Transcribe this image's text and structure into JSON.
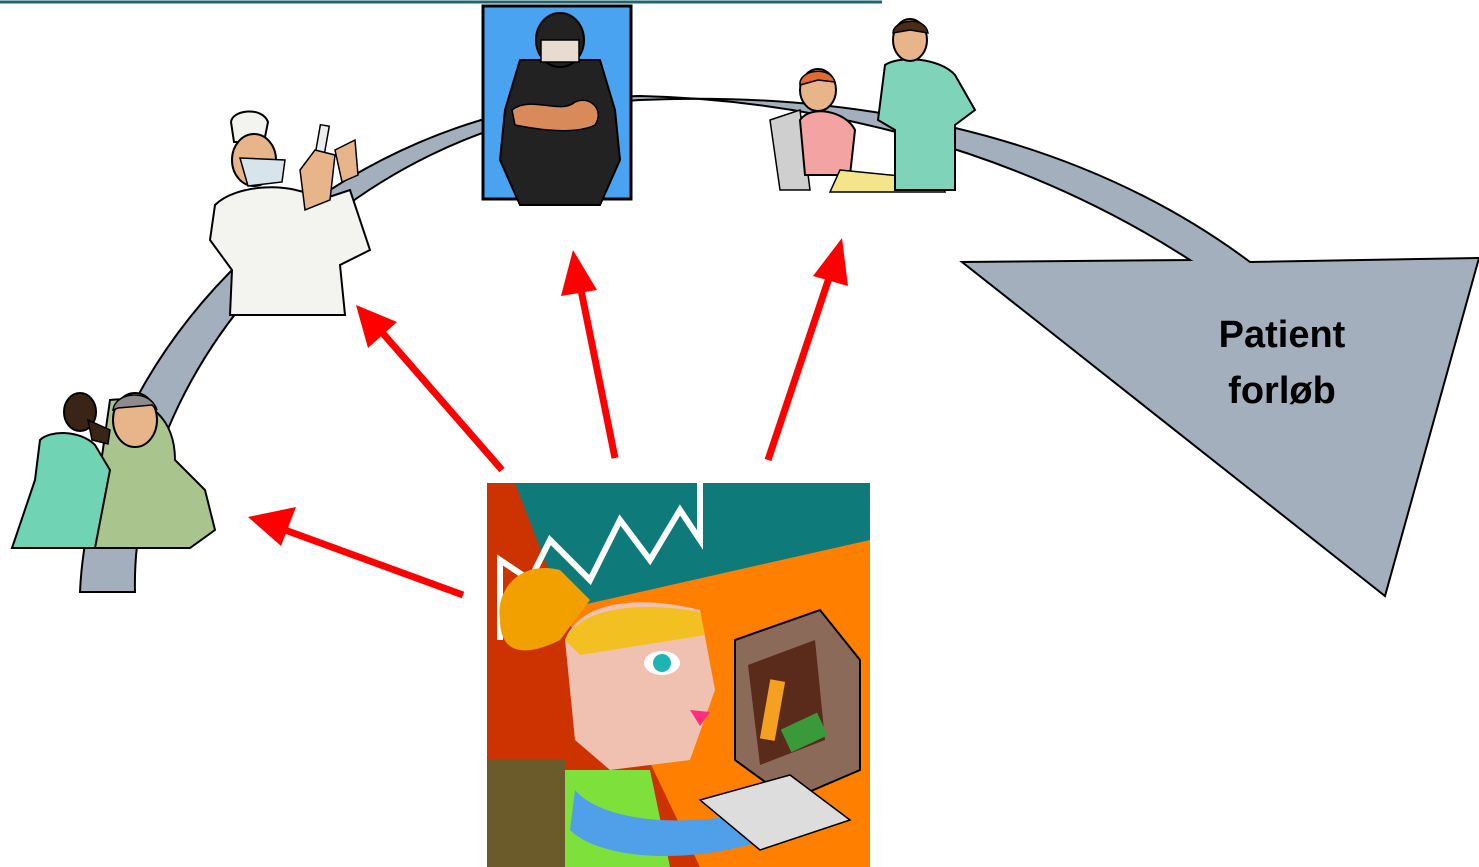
{
  "diagram": {
    "flow_label": {
      "line1": "Patient",
      "line2": "forløb"
    },
    "stages": [
      {
        "id": "examination",
        "icon": "doctor-examining-patient-icon"
      },
      {
        "id": "vaccination",
        "icon": "nurse-preparing-syringe-icon"
      },
      {
        "id": "surgery",
        "icon": "surgeon-icon"
      },
      {
        "id": "consultation",
        "icon": "doctor-with-seated-patient-icon"
      }
    ],
    "hub": {
      "icon": "woman-at-computer-icon"
    },
    "colors": {
      "flow_arrow_fill": "#a3afbd",
      "flow_arrow_stroke": "#000000",
      "pointer_arrows": "#ff0000",
      "top_rule": "#1f6470",
      "surgeon_background": "#4aa3f0"
    }
  }
}
